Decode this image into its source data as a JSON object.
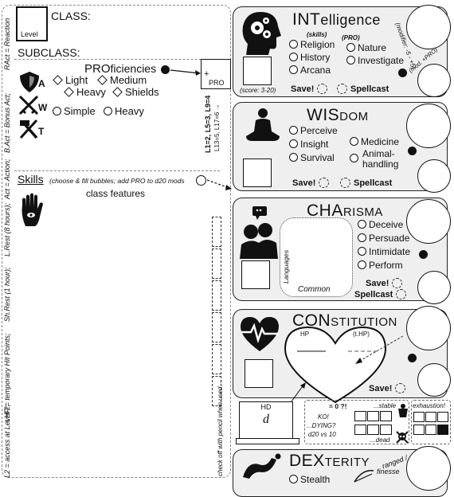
{
  "header": {
    "class_label": "CLASS:",
    "subclass_label": "SUBCLASS:",
    "level_label": "Level"
  },
  "left_rail": [
    {
      "id": "react",
      "text": "RAct = Reaction"
    },
    {
      "id": "bact",
      "text": "B.Act = Bonus Act;"
    },
    {
      "id": "act",
      "text": "Act = Action;"
    },
    {
      "id": "lrest",
      "text": "L.Rest (8 hours);"
    },
    {
      "id": "shrest",
      "text": "Sh.Rest (1 hour);"
    },
    {
      "id": "thp",
      "text": "t.HP = temporary Hit Points;"
    },
    {
      "id": "l2",
      "text": "L2 = access at Level 2;"
    }
  ],
  "proficiencies": {
    "title_caps": "PRO",
    "title_rest": "ficiencies",
    "armor": [
      "Light",
      "Medium",
      "Heavy",
      "Shields"
    ],
    "weapons": [
      "Simple",
      "Heavy"
    ],
    "armor_letters": [
      "A",
      "W",
      "T"
    ],
    "pro_box_plus": "+",
    "pro_box_label": "PRO"
  },
  "pro_levels": {
    "main": "L1=2, L5=3, L9=4",
    "sub": "L13=5, L17=6 →"
  },
  "skills": {
    "title": "Skills",
    "note": "(choose & fill bubbles; add PRO to d20 mods",
    "class_features": "class features"
  },
  "check_off": "check off with pencil when used →",
  "abilities": {
    "int": {
      "caps": "INT",
      "rest": "elligence",
      "skills_label": "(skills)",
      "pro_label": "(PRO)",
      "skills": [
        "Religion",
        "History",
        "Arcana",
        "Nature",
        "Investigate"
      ],
      "score_hint": "(score: 3-20)",
      "mod_hint": "(modifier: -5 - +5)",
      "mod_pro": "(mod. +PRO)",
      "save": "Save!",
      "spellcast": "Spellcast"
    },
    "wis": {
      "caps": "WIS",
      "rest": "DOM",
      "skills": [
        "Perceive",
        "Insight",
        "Survival",
        "Medicine",
        "Animal-handling"
      ],
      "save": "Save!",
      "spellcast": "Spellcast"
    },
    "cha": {
      "caps": "CHA",
      "rest": "RISMA",
      "skills": [
        "Deceive",
        "Persuade",
        "Intimidate",
        "Perform"
      ],
      "languages_label": "Languages",
      "common": "Common",
      "save": "Save!",
      "spellcast": "Spellcast"
    },
    "con": {
      "caps": "CON",
      "rest": "STITUTION",
      "hp": "HP",
      "thp": "(t.HP)",
      "save": "Save!"
    },
    "dex": {
      "caps": "DEX",
      "rest": "TERITY",
      "ranged": "ranged /",
      "finesse": "finesse",
      "first_skill": "Stealth"
    }
  },
  "hit_dice": {
    "label": "HD",
    "die": "d"
  },
  "death": {
    "zero": "= 0 ?!",
    "ko": "KO!",
    "dying": "...DYING?",
    "d20": "d20 vs 10",
    "stable": "...stable",
    "dead": "...dead",
    "exhaustion": "exhaustion!"
  },
  "colors": {
    "panel_bg": "#efefef",
    "ink": "#111111"
  }
}
